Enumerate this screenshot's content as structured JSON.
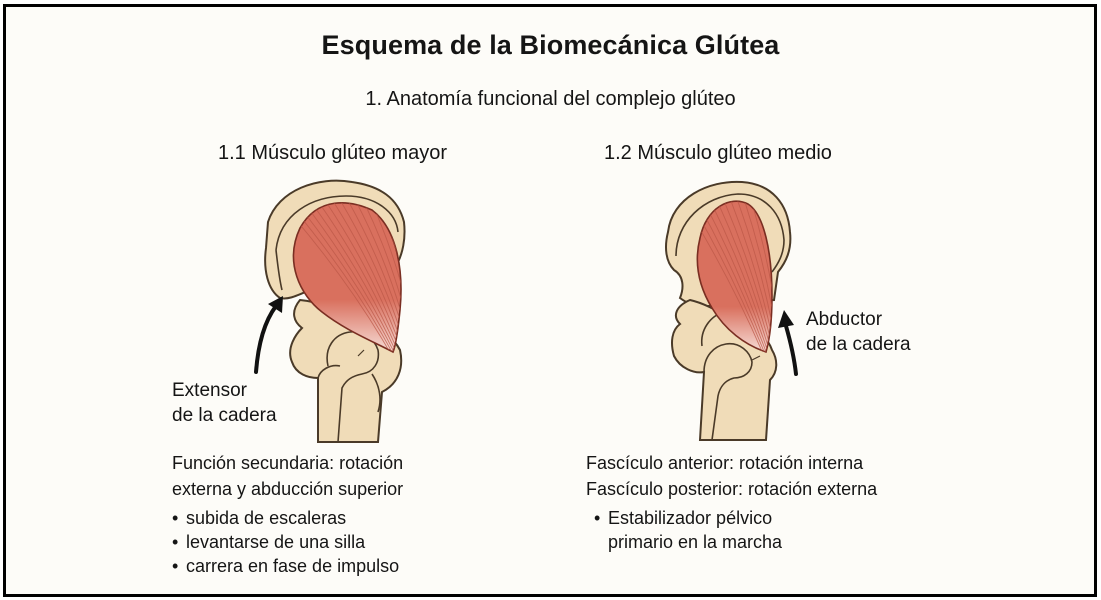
{
  "document": {
    "title": "Esquema de la Biomecánica Glútea",
    "subtitle": "1. Anatomía funcional del complejo glúteo"
  },
  "sections": [
    {
      "heading": "1.1 Músculo glúteo mayor",
      "figure_label_lines": [
        "Extensor",
        "de la cadera"
      ],
      "arrow_direction": "up-right",
      "description_lines": [
        "Función secundaria: rotación",
        "externa y abducción superior"
      ],
      "bullets": [
        {
          "lines": [
            "subida de escaleras"
          ]
        },
        {
          "lines": [
            "levantarse de una silla"
          ]
        },
        {
          "lines": [
            "carrera en fase de impulso"
          ]
        }
      ]
    },
    {
      "heading": "1.2 Músculo glúteo medio",
      "figure_label_lines": [
        "Abductor",
        "de la cadera"
      ],
      "arrow_direction": "up",
      "description_lines": [
        "Fascículo anterior: rotación interna",
        "Fascículo posterior: rotación externa"
      ],
      "bullets": [
        {
          "lines": [
            "Estabilizador pélvico",
            "primario en la marcha"
          ]
        }
      ]
    }
  ],
  "bullet_glyph": "•",
  "colors": {
    "background": "#FDFCF8",
    "frame": "#000000",
    "bone_fill": "#F0DCB8",
    "bone_outline": "#4A3A28",
    "muscle_fill": "#D9705E",
    "muscle_fiber": "#BC5848",
    "tendon_fill": "#F3D3CD",
    "arrow": "#111111",
    "text": "#151515"
  }
}
